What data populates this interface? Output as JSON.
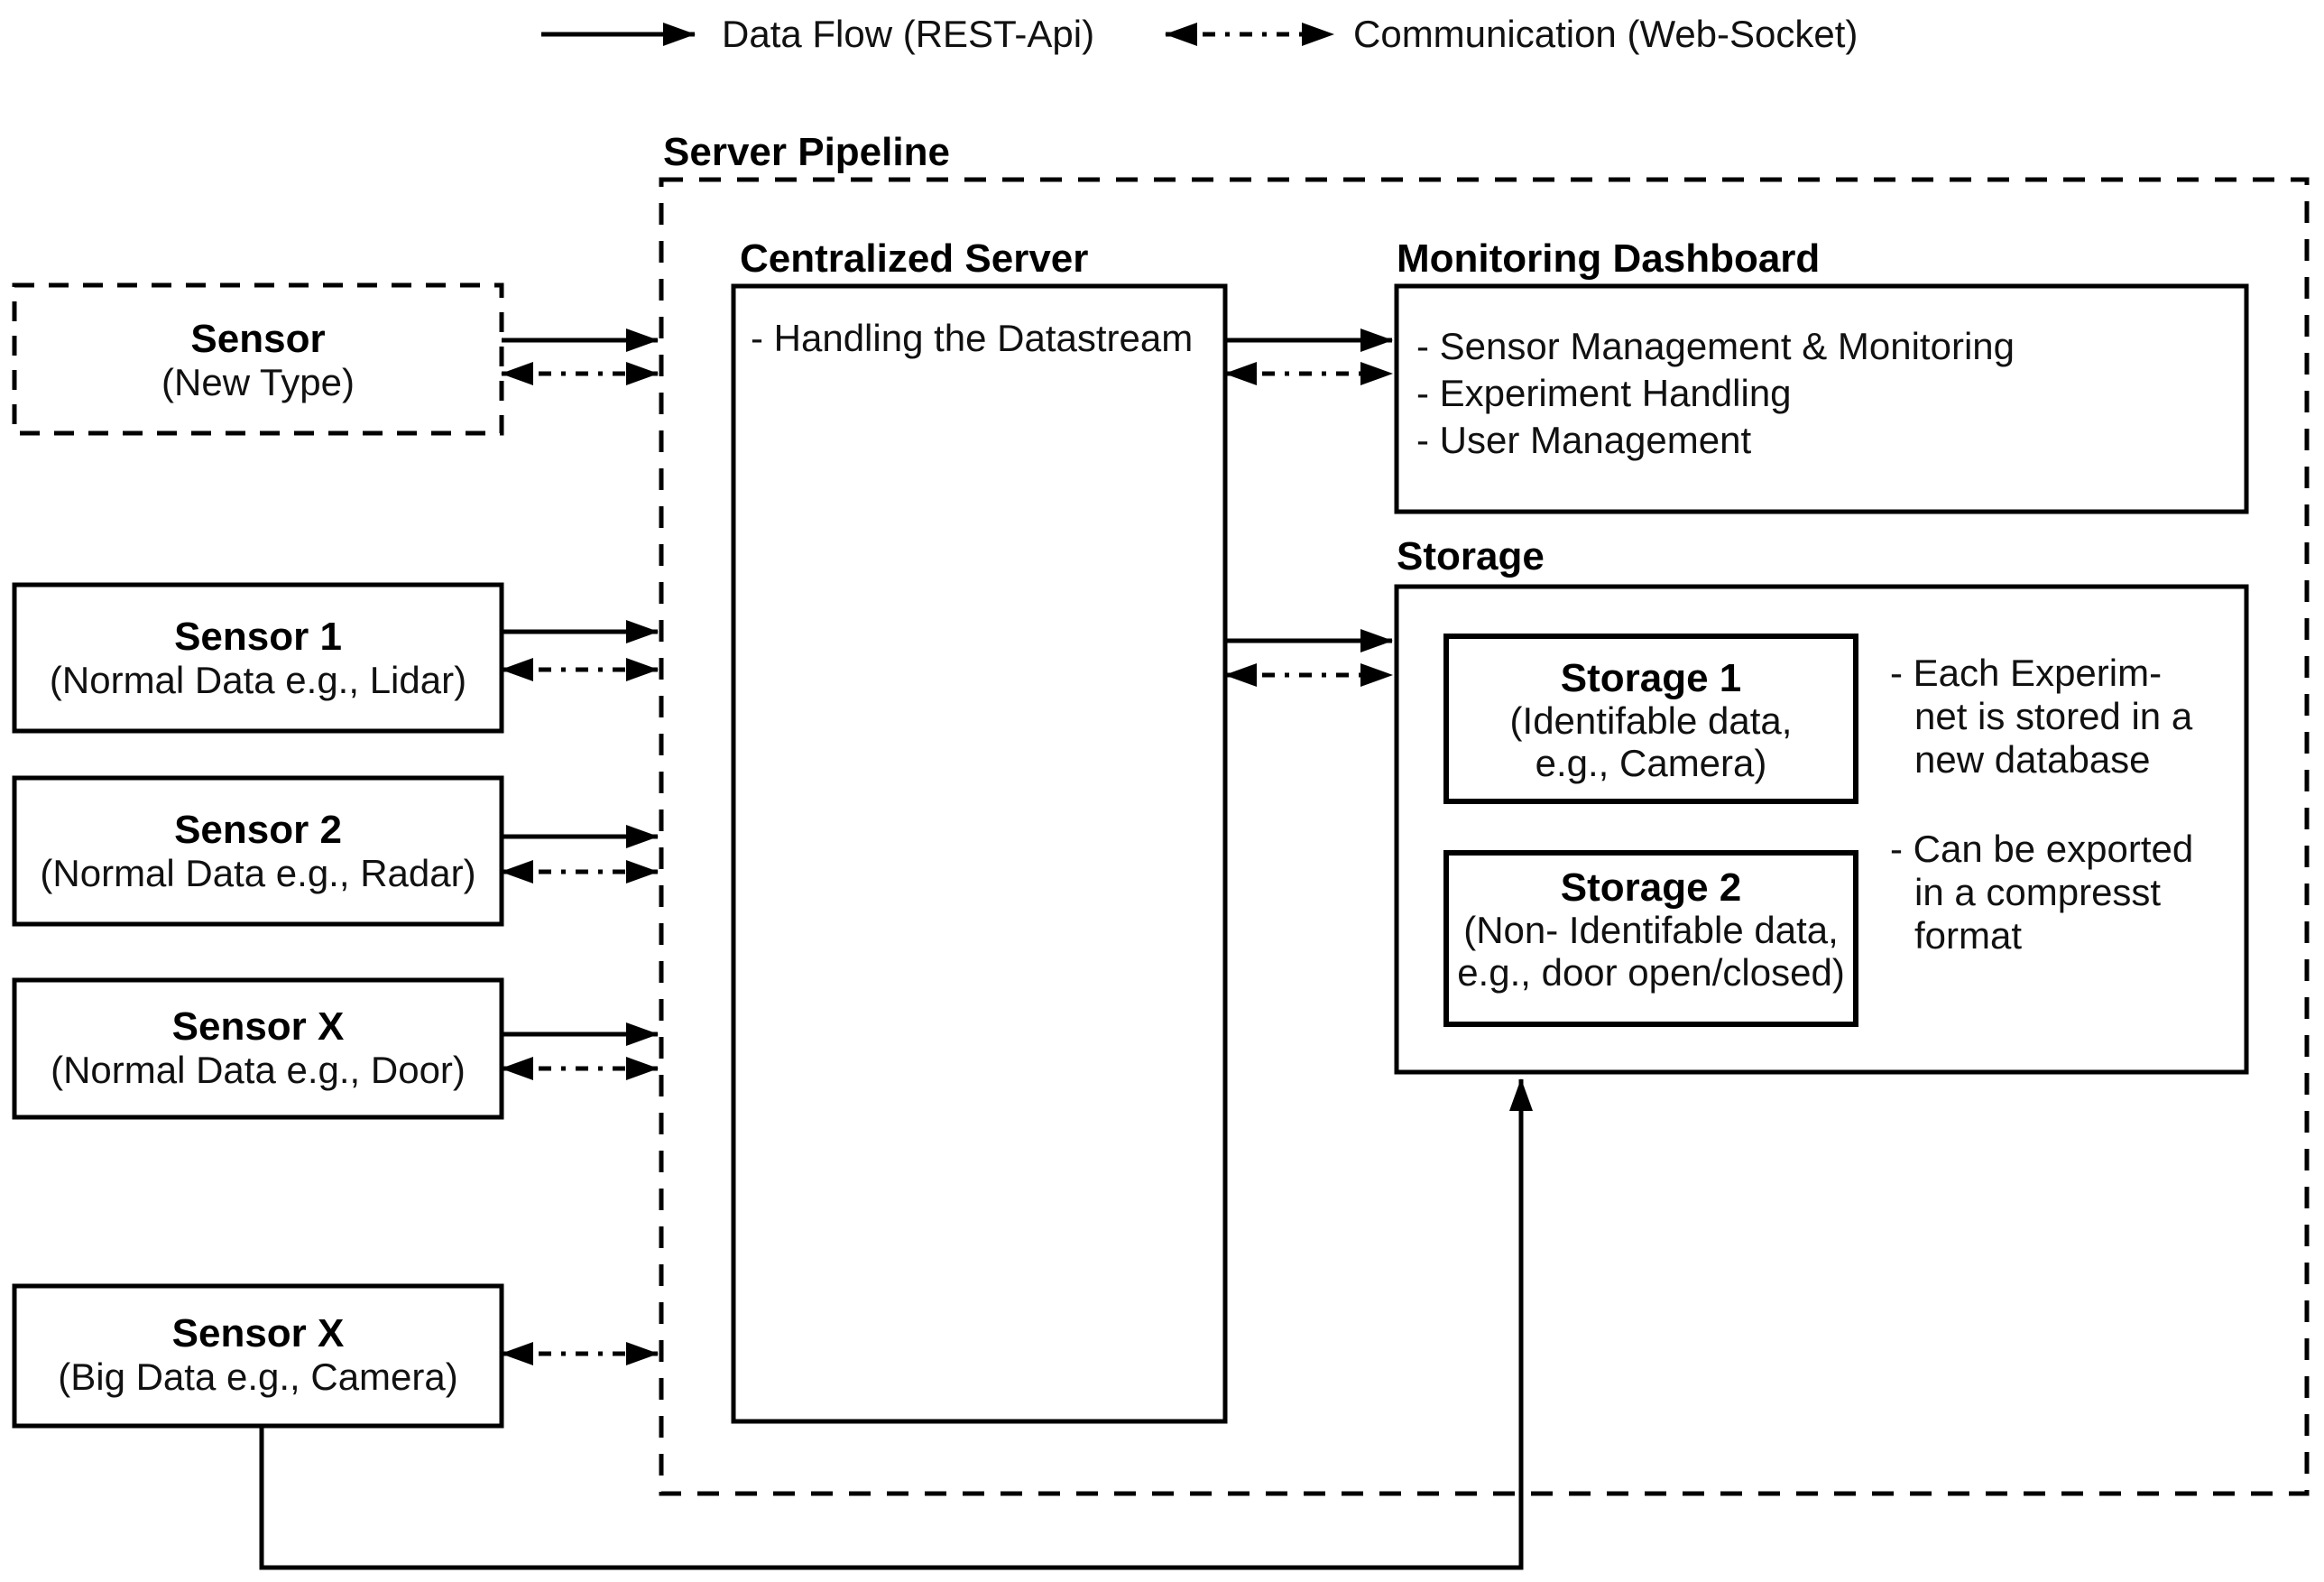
{
  "legend": {
    "data_flow_label": "Data Flow (REST-Api)",
    "communication_label": "Communication (Web-Socket)"
  },
  "server_pipeline": {
    "title": "Server Pipeline"
  },
  "centralized_server": {
    "title": "Centralized Server",
    "bullet": "- Handling the Datastream"
  },
  "monitoring_dashboard": {
    "title": "Monitoring Dashboard",
    "bullets": [
      "- Sensor Management & Monitoring",
      "- Experiment Handling",
      "- User Management"
    ]
  },
  "storage": {
    "title": "Storage",
    "storage1": {
      "title": "Storage 1",
      "line1": "(Identifable data,",
      "line2": "e.g., Camera)"
    },
    "storage2": {
      "title": "Storage 2",
      "line1": "(Non- Identifable data,",
      "line2": "e.g., door open/closed)"
    },
    "notes": [
      "- Each Experim-",
      "net is stored in a",
      "new database",
      "- Can be exported",
      "in a compresst",
      "format"
    ]
  },
  "sensors": [
    {
      "title": "Sensor",
      "subtitle": "(New Type)"
    },
    {
      "title": "Sensor 1",
      "subtitle": "(Normal Data e.g., Lidar)"
    },
    {
      "title": "Sensor 2",
      "subtitle": "(Normal Data e.g., Radar)"
    },
    {
      "title": "Sensor X",
      "subtitle": "(Normal Data e.g., Door)"
    },
    {
      "title": "Sensor X",
      "subtitle": "(Big Data e.g., Camera)"
    }
  ]
}
